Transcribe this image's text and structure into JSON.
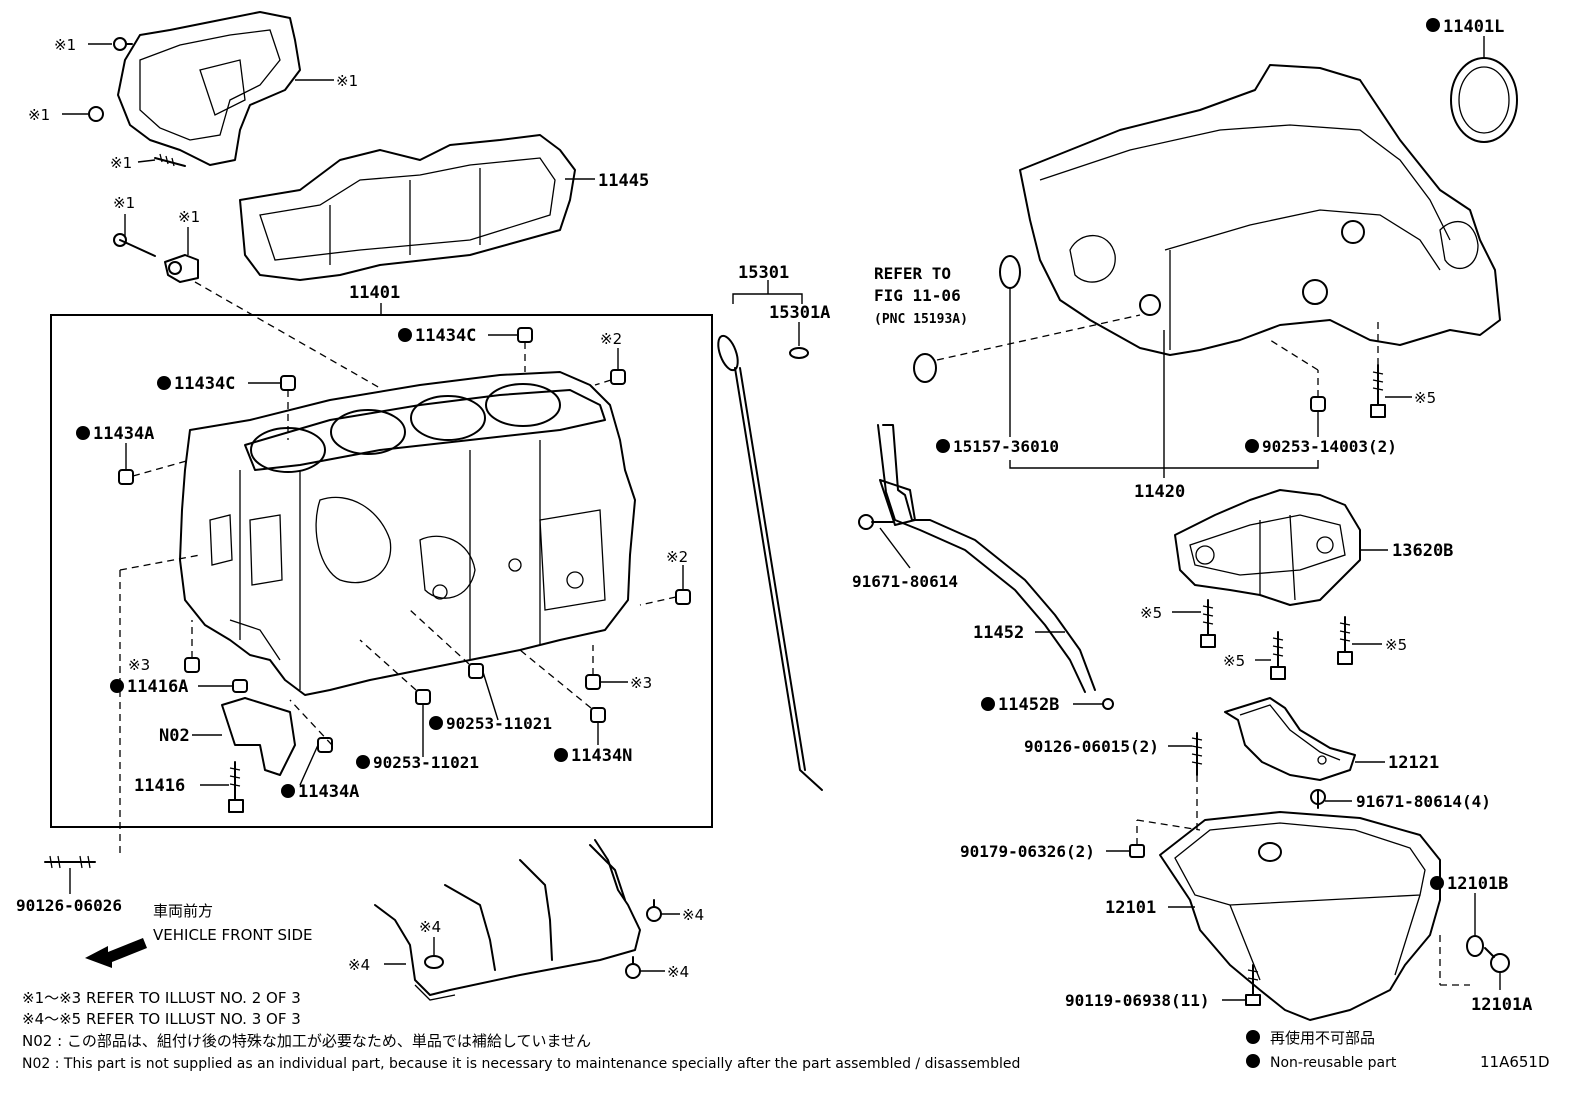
{
  "diagram_id": "11A651D",
  "callouts": {
    "l11401": "11401",
    "l11401L": "11401L",
    "l11445": "11445",
    "l11434C_a": "11434C",
    "l11434C_b": "11434C",
    "l11434A_a": "11434A",
    "l11434A_b": "11434A",
    "l11434N": "11434N",
    "l11416A": "11416A",
    "l11416": "11416",
    "lN02": "N02",
    "l90253_11021_a": "90253-11021",
    "l90253_11021_b": "90253-11021",
    "l90126_06026": "90126-06026",
    "l15301": "15301",
    "l15301A": "15301A",
    "l15157_36010": "15157-36010",
    "l90253_14003": "90253-14003(2)",
    "l11420": "11420",
    "l91671_80614": "91671-80614",
    "l11452": "11452",
    "l11452B": "11452B",
    "l13620B": "13620B",
    "l12121": "12121",
    "l91671_80614_4": "91671-80614(4)",
    "l90126_06015": "90126-06015(2)",
    "l90179_06326": "90179-06326(2)",
    "l12101": "12101",
    "l12101B": "12101B",
    "l12101A": "12101A",
    "l90119_06938": "90119-06938(11)"
  },
  "refs": {
    "r1": "※1",
    "r2": "※2",
    "r3": "※3",
    "r4": "※4",
    "r5": "※5"
  },
  "refer_fig": {
    "line1": "REFER TO",
    "line2": "FIG 11-06",
    "line3": "(PNC 15193A)"
  },
  "direction": {
    "jp": "車両前方",
    "en": "VEHICLE FRONT SIDE"
  },
  "notes": [
    "※1～※3  REFER TO ILLUST NO. 2 OF 3",
    "※4～※5  REFER TO ILLUST NO. 3 OF 3",
    "N02 : この部品は、組付け後の特殊な加工が必要なため、単品では補給していません",
    "N02 : This part is not supplied as an individual part, because it is necessary to maintenance specially after the part assembled / disassembled"
  ],
  "legend": {
    "jp": "再使用不可部品",
    "en": "Non-reusable part"
  }
}
